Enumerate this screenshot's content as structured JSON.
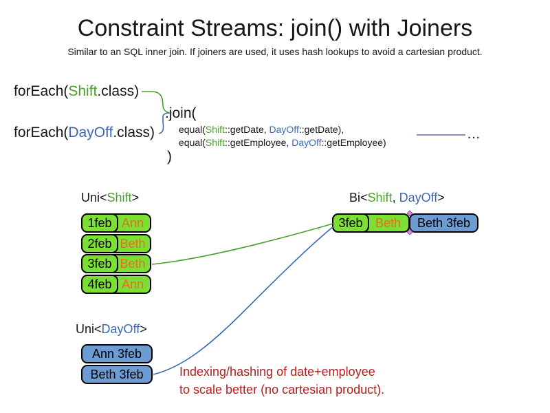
{
  "colors": {
    "green_text": "#4AA02C",
    "blue_text": "#3B69AF",
    "green_fill": "#7CDF35",
    "blue_fill": "#6D9CD2",
    "orange_text": "#E2711B",
    "red_text": "#B01E1E",
    "purple_line": "#7B5EA7",
    "diamond_fill": "#CF8FD9",
    "diamond_stroke": "#8A4F9E"
  },
  "header": {
    "title": "Constraint Streams: join() with Joiners",
    "subtitle": "Similar to an SQL inner join. If joiners are used, it uses hash lookups to avoid a cartesian product."
  },
  "code": {
    "foreach_shift": {
      "pre": "forEach(",
      "cls": "Shift",
      "post": ".class)"
    },
    "foreach_dayoff": {
      "pre": "forEach(",
      "cls": "DayOff",
      "post": ".class)"
    },
    "join_open": ".join(",
    "equal_date": {
      "pre": "equal(",
      "a": "Shift",
      "mid1": "::getDate, ",
      "b": "DayOff",
      "post": "::getDate),"
    },
    "equal_employee": {
      "pre": "equal(",
      "a": "Shift",
      "mid1": "::getEmployee, ",
      "b": "DayOff",
      "post": "::getEmployee)"
    },
    "join_close": ")",
    "ellipsis": "…"
  },
  "uni_shift": {
    "label_pre": "Uni<",
    "label_cls": "Shift",
    "label_post": ">",
    "rows": [
      {
        "date": "1feb",
        "name": "Ann"
      },
      {
        "date": "2feb",
        "name": "Beth"
      },
      {
        "date": "3feb",
        "name": "Beth"
      },
      {
        "date": "4feb",
        "name": "Ann"
      }
    ]
  },
  "bi": {
    "label_pre": "Bi<",
    "label_a": "Shift",
    "label_sep": ", ",
    "label_b": "DayOff",
    "label_post": ">",
    "row": {
      "date": "3feb",
      "name": "Beth",
      "dayoff": "Beth 3feb"
    }
  },
  "uni_dayoff": {
    "label_pre": "Uni<",
    "label_cls": "DayOff",
    "label_post": ">",
    "rows": [
      {
        "text": "Ann 3feb"
      },
      {
        "text": "Beth 3feb"
      }
    ]
  },
  "note": {
    "line1": "Indexing/hashing of date+employee",
    "line2": "to scale better (no cartesian product)."
  }
}
